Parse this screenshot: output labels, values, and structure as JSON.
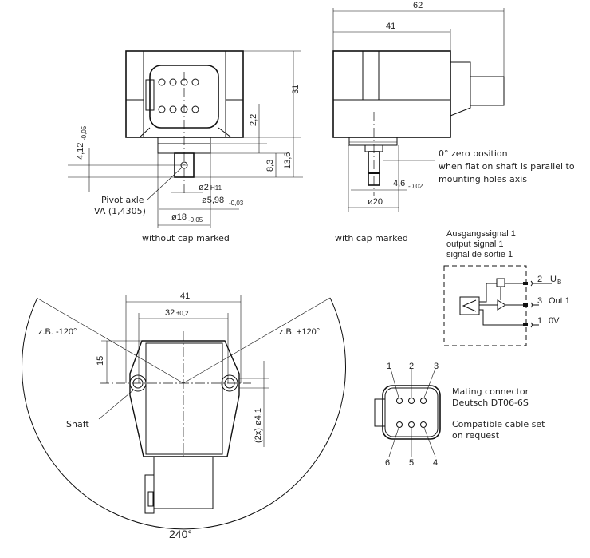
{
  "top_left_view": {
    "dim_31": "31",
    "dim_2_2": "2,2",
    "dim_8_3": "8,3",
    "dim_13_6": "13,6",
    "dim_4_12": "4,12",
    "dim_4_12_tol": "-0,05",
    "dim_d2": "ø2",
    "dim_d2_tol": "H11",
    "dim_d598": "ø5,98",
    "dim_d598_tol": "-0,03",
    "dim_d18": "ø18",
    "dim_d18_tol": "-0,05",
    "pivot_label_1": "Pivot axle",
    "pivot_label_2": "VA (1,4305)",
    "caption": "without cap marked"
  },
  "top_right_view": {
    "dim_62": "62",
    "dim_41": "41",
    "dim_4_6": "4,6",
    "dim_4_6_tol": "-0,02",
    "dim_d20": "ø20",
    "note_1": "0° zero position",
    "note_2": "when flat on shaft is parallel to",
    "note_3": "mounting holes axis",
    "caption": "with cap marked"
  },
  "circuit": {
    "title_de": "Ausgangssignal 1",
    "title_en": "output signal 1",
    "title_fr": "signal de sortie 1",
    "pins": [
      {
        "num": "2",
        "label": "U",
        "sub": "B"
      },
      {
        "num": "3",
        "label": "Out 1",
        "sub": ""
      },
      {
        "num": "1",
        "label": "0V",
        "sub": ""
      }
    ]
  },
  "bottom_view": {
    "dim_41": "41",
    "dim_32": "32",
    "dim_32_tol": "±0,2",
    "dim_15": "15",
    "dim_holes": "(2x) ø4,1",
    "angle_neg": "z.B. -120°",
    "angle_pos": "z.B. +120°",
    "angle_total": "240°",
    "shaft_label": "Shaft"
  },
  "connector": {
    "pin_labels": [
      "1",
      "2",
      "3",
      "6",
      "5",
      "4"
    ],
    "note_1": "Mating connector",
    "note_2": "Deutsch DT06-6S",
    "note_3": "Compatible cable set",
    "note_4": "on request"
  }
}
